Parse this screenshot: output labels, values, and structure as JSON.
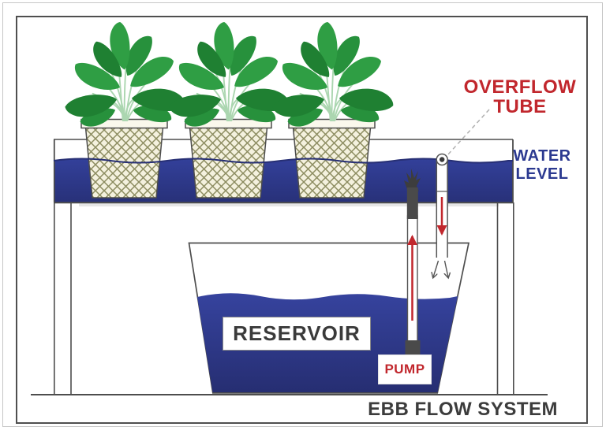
{
  "title": "EBB FLOW SYSTEM",
  "labels": {
    "overflow_tube": {
      "line1": "OVERFLOW",
      "line2": "TUBE"
    },
    "water_level": {
      "line1": "WATER",
      "line2": "LEVEL"
    },
    "reservoir": "RESERVOIR",
    "pump": "PUMP"
  },
  "colors": {
    "accent_red": "#c1272d",
    "label_blue": "#2b3990",
    "water_blue": "#2e3a92",
    "water_line_navy": "#272f74",
    "title_gray": "#3c3c3c",
    "leaf_green": "#2f9e44",
    "mesh_olive": "#8c8c60",
    "outline_gray": "#4d4d4d",
    "pipe_dark_gray": "#4a4a4a"
  }
}
